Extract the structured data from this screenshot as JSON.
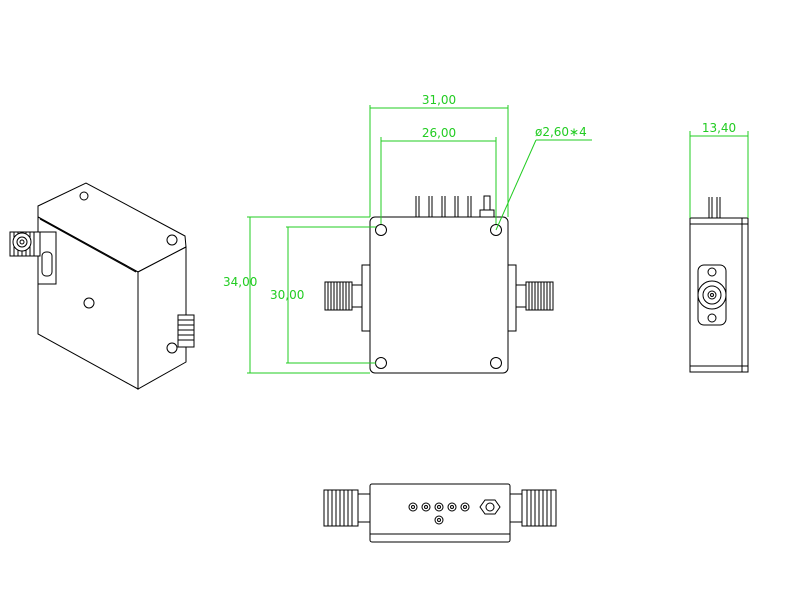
{
  "dimensions": {
    "width_total": "31,00",
    "width_holes": "26,00",
    "hole_spec": "ø2,60∗4",
    "height_total": "34,00",
    "height_holes": "30,00",
    "depth": "13,40"
  },
  "colors": {
    "dimension": "#22cc22",
    "outline": "#000000",
    "background": "#ffffff"
  }
}
